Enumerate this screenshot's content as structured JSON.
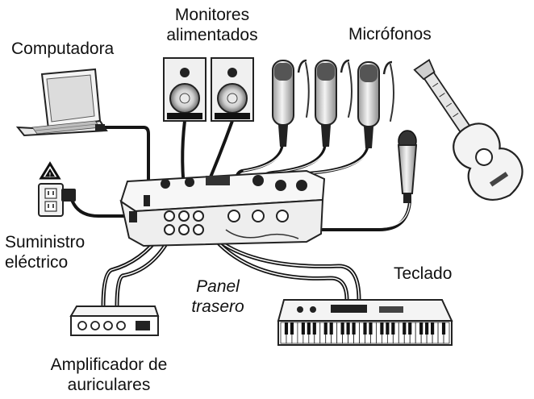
{
  "labels": {
    "computer": "Computadora",
    "monitors_line1": "Monitores",
    "monitors_line2": "alimentados",
    "microphones": "Micrófonos",
    "power_line1": "Suministro",
    "power_line2": "eléctrico",
    "rear_panel_line1": "Panel",
    "rear_panel_line2": "trasero",
    "keyboard": "Teclado",
    "headphone_amp_line1": "Amplificador de",
    "headphone_amp_line2": "auriculares"
  },
  "icons": {
    "computer": "laptop-icon",
    "monitors": "studio-monitor-icon",
    "microphones": "condenser-microphone-icon",
    "handheld_mic": "dynamic-microphone-icon",
    "guitar": "acoustic-guitar-icon",
    "power": "power-outlet-icon",
    "warning": "warning-icon",
    "mixer": "mixer-icon",
    "keyboard": "keyboard-synth-icon",
    "headphone_amp": "headphone-amplifier-icon"
  }
}
